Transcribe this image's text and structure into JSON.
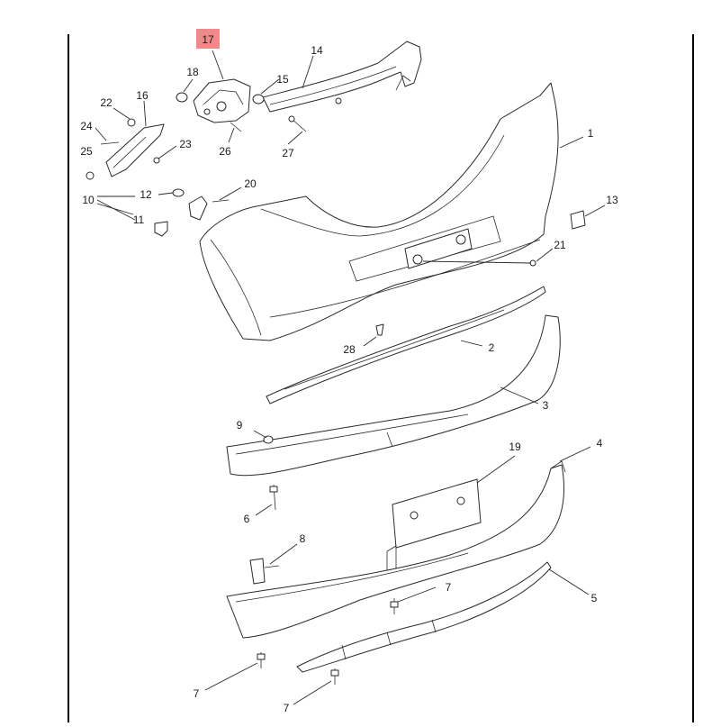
{
  "diagram": {
    "colors": {
      "highlight": "#f08a8a",
      "line": "#2a2a2a",
      "background": "#ffffff"
    },
    "callouts": {
      "c17": "17",
      "c18": "18",
      "c14": "14",
      "c15": "15",
      "c22": "22",
      "c16": "16",
      "c24": "24",
      "c23": "23",
      "c25": "25",
      "c26": "26",
      "c27": "27",
      "c1": "1",
      "c20": "20",
      "c10": "10",
      "c12": "12",
      "c11": "11",
      "c13": "13",
      "c21": "21",
      "c28": "28",
      "c2": "2",
      "c3": "3",
      "c9": "9",
      "c19": "19",
      "c4": "4",
      "c6": "6",
      "c8": "8",
      "c7a": "7",
      "c5": "5",
      "c7b": "7",
      "c7c": "7"
    }
  }
}
